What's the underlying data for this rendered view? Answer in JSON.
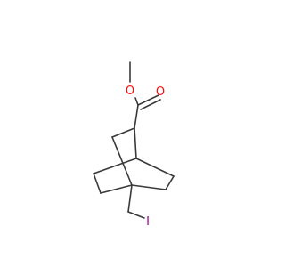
{
  "molecule": {
    "atoms": {
      "o_methoxy": {
        "symbol": "O",
        "color": "#ff0d0d"
      },
      "o_carbonyl": {
        "symbol": "O",
        "color": "#ff0d0d"
      },
      "iodine": {
        "symbol": "I",
        "color": "#940094"
      }
    },
    "bond_color": "#3a3a3a"
  }
}
